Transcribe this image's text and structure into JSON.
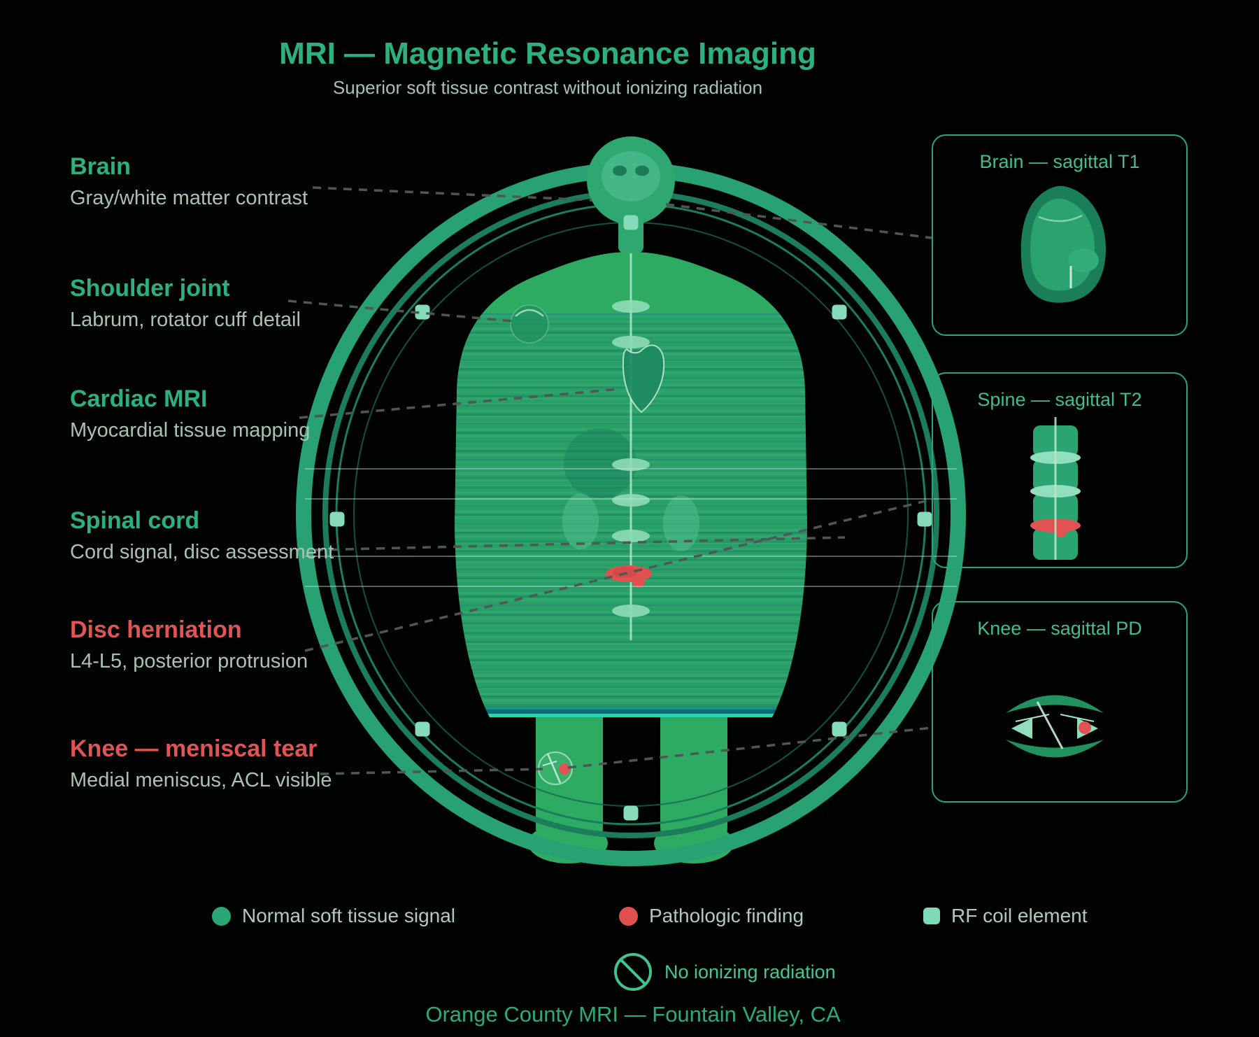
{
  "title": "MRI — Magnetic Resonance Imaging",
  "subtitle": "Superior soft tissue contrast without ionizing radiation",
  "labels": [
    {
      "heading": "Brain",
      "sub": "Gray/white matter contrast",
      "status": "normal"
    },
    {
      "heading": "Shoulder joint",
      "sub": "Labrum, rotator cuff detail",
      "status": "normal"
    },
    {
      "heading": "Cardiac MRI",
      "sub": "Myocardial tissue mapping",
      "status": "normal"
    },
    {
      "heading": "Spinal cord",
      "sub": "Cord signal, disc assessment",
      "status": "normal"
    },
    {
      "heading": "Disc herniation",
      "sub": "L4-L5, posterior protrusion",
      "status": "pathologic"
    },
    {
      "heading": "Knee — meniscal tear",
      "sub": "Medial meniscus, ACL visible",
      "status": "pathologic"
    }
  ],
  "panels": [
    {
      "title": "Brain — sagittal T1"
    },
    {
      "title": "Spine — sagittal T2"
    },
    {
      "title": "Knee — sagittal PD"
    }
  ],
  "legend": [
    {
      "label": "Normal soft tissue signal",
      "swatch": "green-circle"
    },
    {
      "label": "Pathologic finding",
      "swatch": "red-circle"
    },
    {
      "label": "RF coil element",
      "swatch": "mint-square"
    }
  ],
  "no_radiation_label": "No ionizing radiation",
  "footer": "Orange County MRI — Fountain Valley, CA",
  "colors": {
    "background": "#010302",
    "accent_green": "#2db080",
    "pathologic_red": "#e15352",
    "body_green": "#2dab63",
    "ring_green": "#28a173",
    "rf_coil_mint": "#86dcba",
    "muted_text": "#a9c2b2",
    "footer_green": "#2cab7a",
    "scan_cyan": "#2fd3ac"
  }
}
